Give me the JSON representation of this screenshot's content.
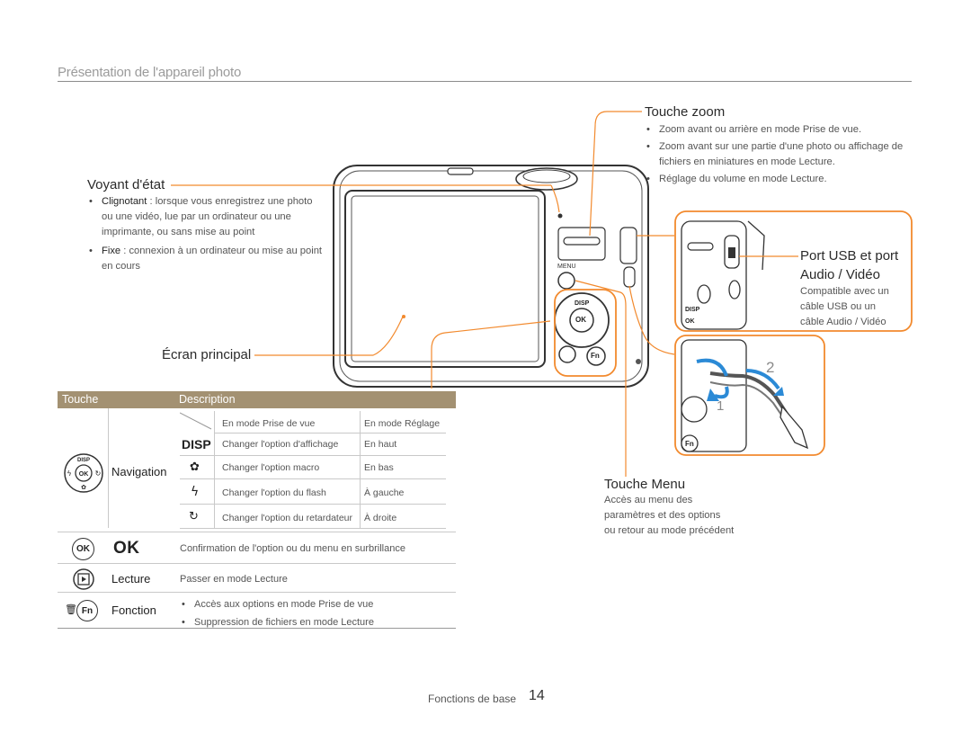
{
  "page": {
    "title": "Présentation de l'appareil photo",
    "footer_section": "Fonctions de base",
    "footer_page": "14"
  },
  "callouts": {
    "status_light": {
      "title": "Voyant d'état",
      "bullets": [
        {
          "term": "Clignotant",
          "text": " : lorsque vous enregistrez une photo ou une vidéo, lue par un ordinateur ou une imprimante, ou sans mise au point"
        },
        {
          "term": "Fixe",
          "text": " : connexion à un ordinateur ou mise au point en cours"
        }
      ]
    },
    "main_screen": {
      "title": "Écran principal"
    },
    "zoom_button": {
      "title": "Touche zoom",
      "bullets": [
        "Zoom avant ou arrière en mode Prise de vue.",
        "Zoom avant sur une partie d'une photo ou affichage de fichiers en miniatures en mode Lecture.",
        "Réglage du volume en mode Lecture."
      ]
    },
    "usb_port": {
      "title_line1": "Port USB et port",
      "title_line2": "Audio / Vidéo",
      "desc_lines": [
        "Compatible avec un",
        "câble USB ou un",
        "câble Audio / Vidéo"
      ]
    },
    "menu_button": {
      "title": "Touche Menu",
      "desc_lines": [
        "Accès au menu des",
        "paramètres et des options",
        "ou retour au mode précédent"
      ]
    }
  },
  "camera_labels": {
    "menu": "MENU",
    "disp": "DISP",
    "ok": "OK",
    "fn": "Fn",
    "step1": "1",
    "step2": "2"
  },
  "table": {
    "headers": [
      "Touche",
      "Description"
    ],
    "navigation": {
      "label": "Navigation",
      "subheaders": [
        "En mode Prise de vue",
        "En mode Réglage"
      ],
      "rows": [
        {
          "icon": "DISP",
          "shoot": "Changer l'option d'affichage",
          "setup": "En haut"
        },
        {
          "icon": "macro-icon",
          "shoot": "Changer l'option macro",
          "setup": "En bas"
        },
        {
          "icon": "flash-icon",
          "shoot": "Changer l'option du flash",
          "setup": "À gauche"
        },
        {
          "icon": "timer-icon",
          "shoot": "Changer l'option du retardateur",
          "setup": "À droite"
        }
      ]
    },
    "ok_row": {
      "key_icon": "OK",
      "label": "OK",
      "desc": "Confirmation de l'option ou du menu en surbrillance"
    },
    "playback_row": {
      "label": "Lecture",
      "desc": "Passer en mode Lecture"
    },
    "function_row": {
      "label": "Fonction",
      "bullets": [
        "Accès aux options en mode Prise de vue",
        "Suppression de fichiers en mode Lecture"
      ]
    }
  },
  "colors": {
    "accent_orange": "#f28a2e",
    "table_header": "#a39172",
    "arrow_blue": "#2b8ad6"
  }
}
